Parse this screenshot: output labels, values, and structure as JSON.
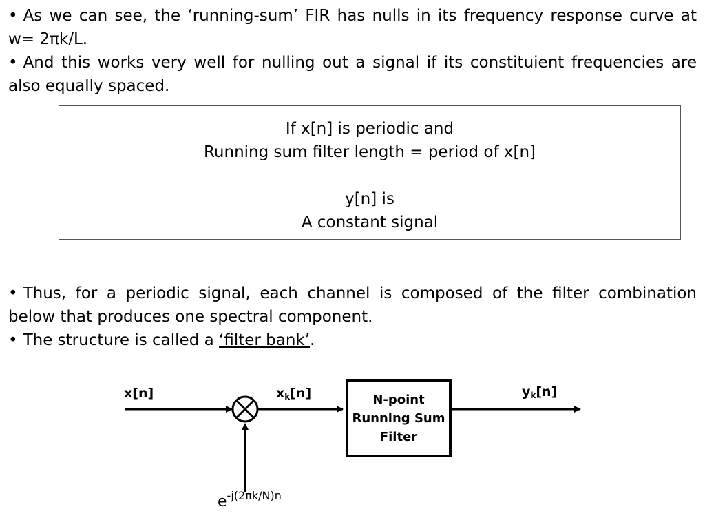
{
  "bullets_top": [
    {
      "symbol": "•",
      "text": "As we can see, the ‘running-sum’ FIR has nulls in its frequency response curve at w= 2πk/L."
    },
    {
      "symbol": "•",
      "text": "And this works very well for nulling out a signal if its constituient frequencies are also equally spaced."
    }
  ],
  "box": {
    "line1": "If x[n] is periodic and",
    "line2": "Running sum filter length = period of x[n]",
    "line3": "y[n] is",
    "line4": "A constant signal"
  },
  "bullets_bottom": [
    {
      "symbol": "•",
      "text": "Thus, for a periodic signal, each channel is composed of the filter combination below that produces one spectral component."
    },
    {
      "symbol": "•",
      "text_before": "The structure is called a ",
      "term": "‘filter bank’",
      "text_after": "."
    }
  ],
  "diagram": {
    "input_label": "x[n]",
    "mid_label_base": "x",
    "mid_label_sub": "k",
    "mid_label_tail": "[n]",
    "output_label_base": "y",
    "output_label_sub": "k",
    "output_label_tail": "[n]",
    "filter_line1": "N-point",
    "filter_line2": "Running Sum",
    "filter_line3": "Filter",
    "exp_base": "e",
    "exp_power": "-j(2πk/N)n",
    "multiplier_symbol": "×"
  }
}
